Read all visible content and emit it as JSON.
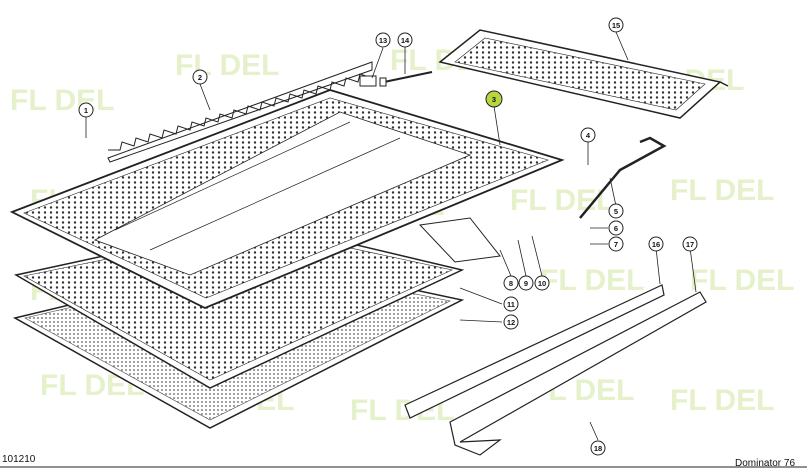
{
  "diagram_code": "101210",
  "model_label": "Dominator 76",
  "watermark_text": "FL DEL",
  "highlight_color": "#b7d640",
  "callouts": [
    {
      "num": "1"
    },
    {
      "num": "2"
    },
    {
      "num": "3",
      "highlight": true
    },
    {
      "num": "4"
    },
    {
      "num": "5"
    },
    {
      "num": "6"
    },
    {
      "num": "7"
    },
    {
      "num": "8"
    },
    {
      "num": "9"
    },
    {
      "num": "10"
    },
    {
      "num": "11"
    },
    {
      "num": "12"
    },
    {
      "num": "13"
    },
    {
      "num": "14"
    },
    {
      "num": "15"
    },
    {
      "num": "16"
    },
    {
      "num": "17"
    },
    {
      "num": "18"
    }
  ]
}
